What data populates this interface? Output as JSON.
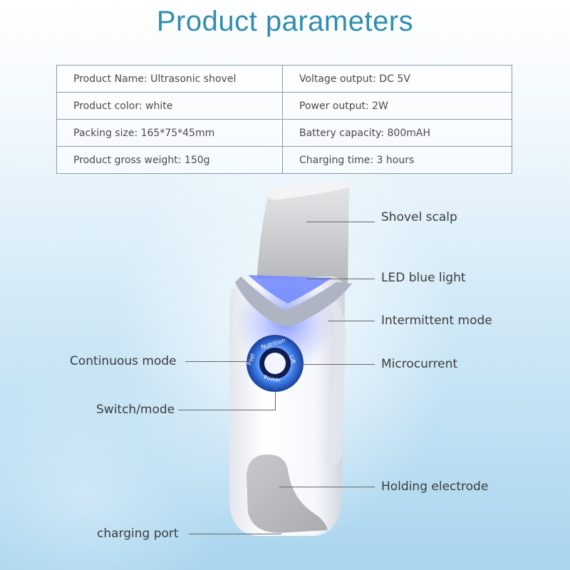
{
  "title": "Product parameters",
  "parameters": [
    [
      "Product Name: Ultrasonic shovel",
      "Voltage output: DC 5V"
    ],
    [
      "Product color: white",
      "Power output: 2W"
    ],
    [
      "Packing size: 165*75*45mm",
      "Battery capacity: 800mAH"
    ],
    [
      "Product gross weight: 150g",
      "Charging time: 3 hours"
    ]
  ],
  "labels": {
    "shovel_scalp": "Shovel scalp",
    "led_blue_light": "LED blue light",
    "intermittent_mode": "Intermittent mode",
    "continuous_mode": "Continuous mode",
    "microcurrent": "Microcurrent",
    "switch_mode": "Switch/mode",
    "holding_electrode": "Holding electrode",
    "charging_port": "charging port"
  },
  "button_ring": {
    "top": "Nutrition",
    "left": "Peel",
    "right": "Lift",
    "bottom": "Power"
  },
  "colors": {
    "title": "#2f8eb0",
    "ring": "#1f4fa8",
    "led": "#4a6cf0"
  }
}
